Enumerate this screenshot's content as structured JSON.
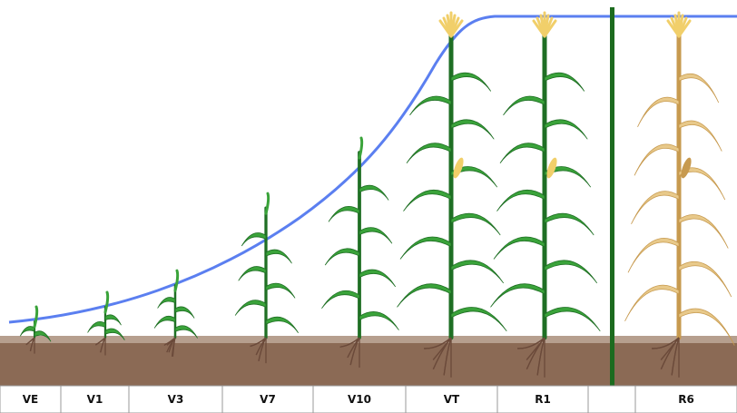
{
  "diagram": {
    "stages": [
      {
        "label": "VE",
        "height": 0.03,
        "senescent": false
      },
      {
        "label": "V1",
        "height": 0.1,
        "senescent": false
      },
      {
        "label": "V3",
        "height": 0.17,
        "senescent": false
      },
      {
        "label": "V7",
        "height": 0.42,
        "senescent": false
      },
      {
        "label": "V10",
        "height": 0.6,
        "senescent": false
      },
      {
        "label": "VT",
        "height": 1.0,
        "senescent": false
      },
      {
        "label": "R1",
        "height": 1.0,
        "senescent": false
      },
      {
        "label": "",
        "height": 0,
        "senescent": false
      },
      {
        "label": "R6",
        "height": 1.0,
        "senescent": true
      }
    ],
    "colors": {
      "growth_curve": "#5b7ff0",
      "soil": "#8b6a55",
      "soil_light": "#c9b7a7",
      "divider": "#1c6b1f",
      "leaf": "#3aa33a",
      "leaf_dark": "#1f6f24",
      "senescent_leaf": "#e8c98a",
      "senescent_dark": "#c79a4f",
      "tassel": "#f1cf6a",
      "root": "#6b4a3a"
    },
    "icons": [
      "growth-curve",
      "corn-plant",
      "root-system",
      "stage-divider"
    ]
  }
}
